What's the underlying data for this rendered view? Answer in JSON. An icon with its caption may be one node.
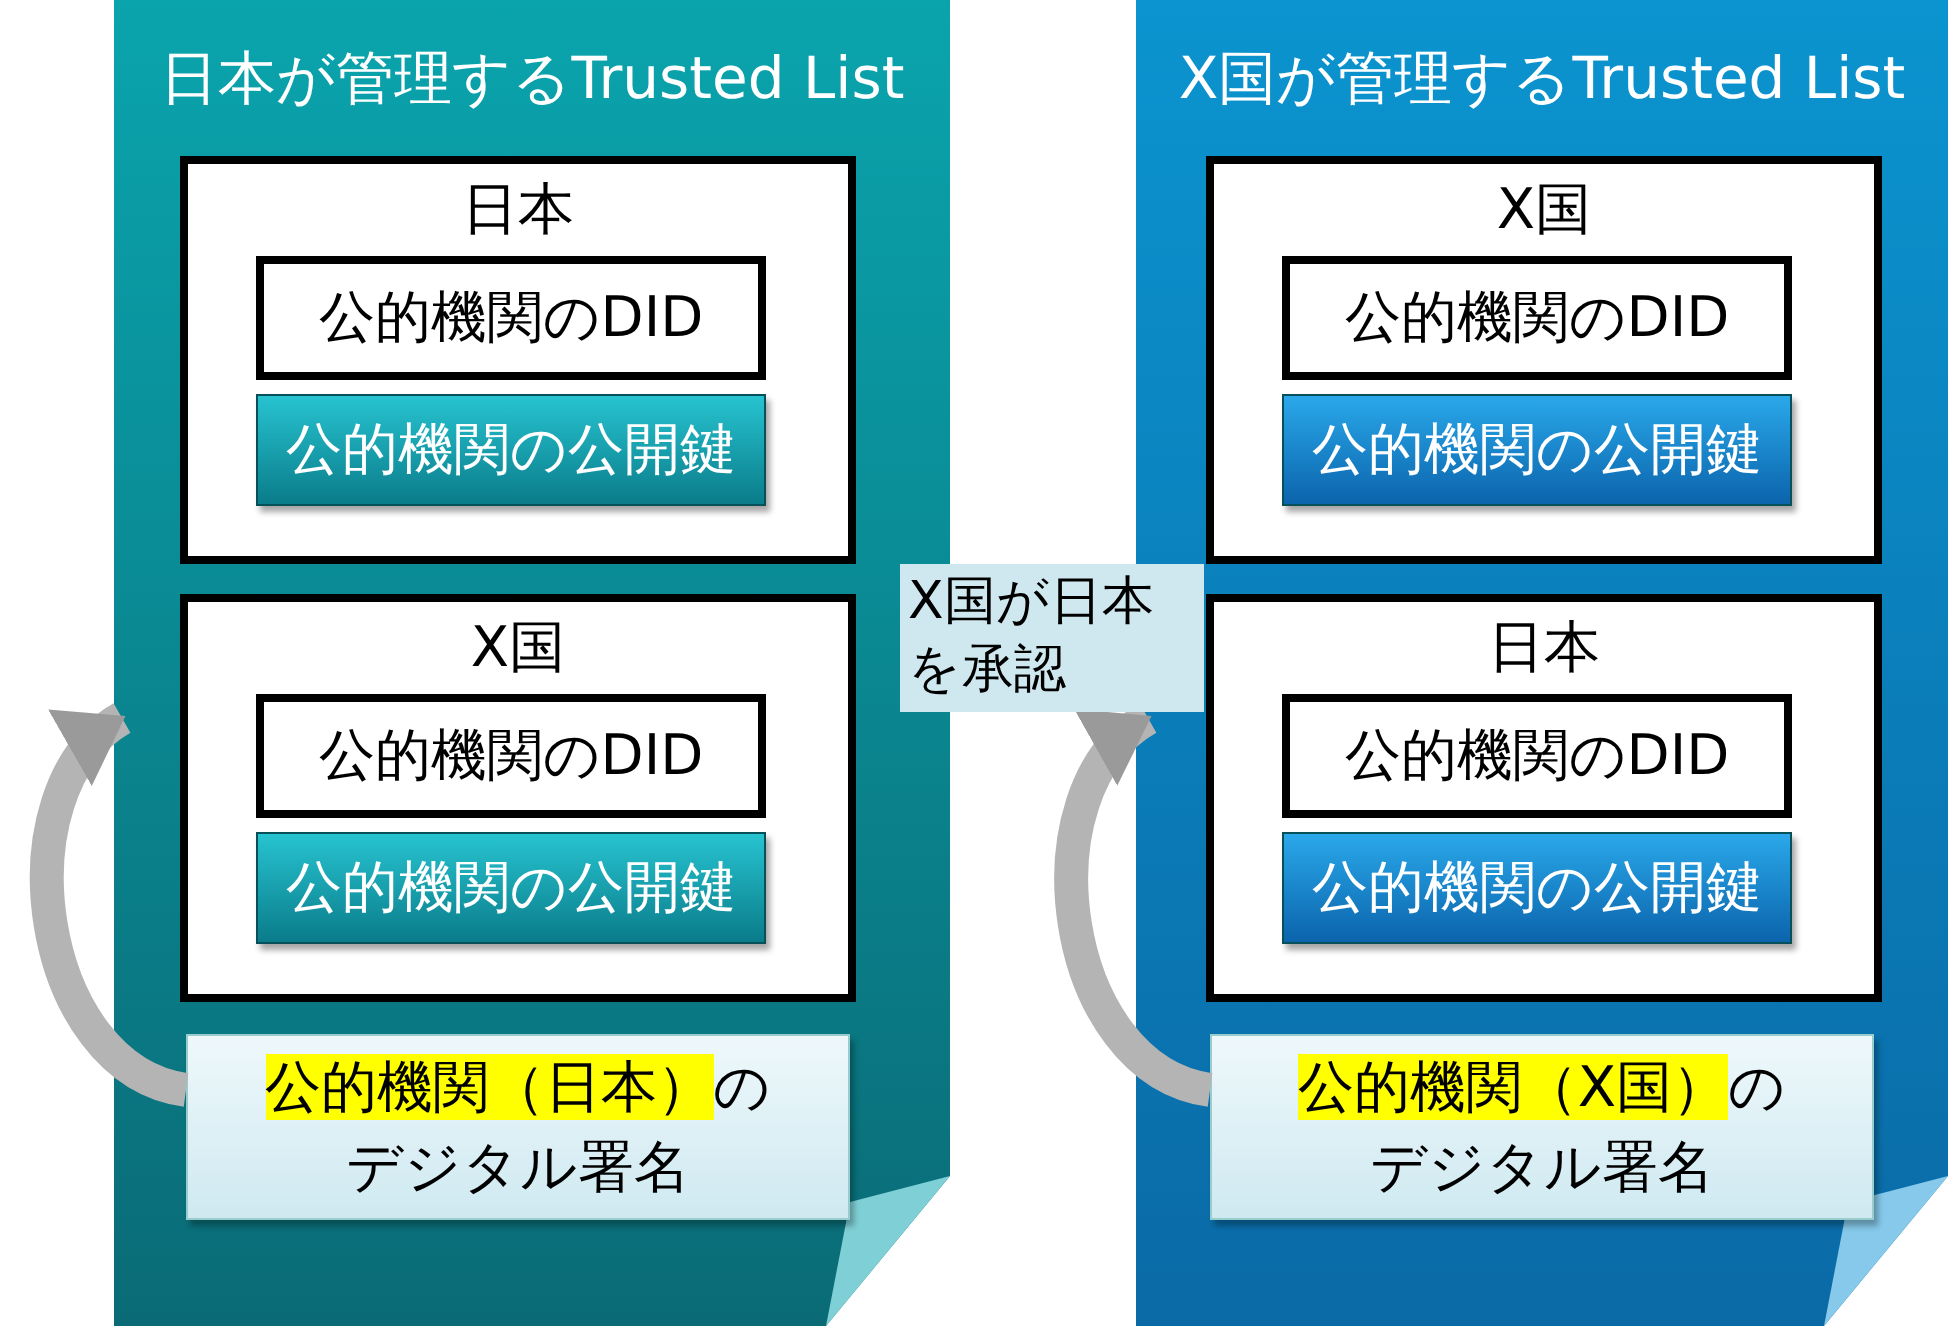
{
  "diagram": {
    "nodes": [
      {
        "text": [
          "日本が管理するTrusted List"
        ]
      },
      {
        "text": [
          "日本"
        ],
        "in": 0
      },
      {
        "text": [
          "公的機関のDID"
        ],
        "in": 1
      },
      {
        "text": [
          "公的機関の公開鍵"
        ],
        "in": 1
      },
      {
        "text": [
          "X国"
        ],
        "in": 0
      },
      {
        "text": [
          "公的機関のDID"
        ],
        "in": 4
      },
      {
        "text": [
          "公的機関の公開鍵"
        ],
        "in": 4
      },
      {
        "text": [
          "**公的機関（日本）**のデジタル署名"
        ],
        "in": 0
      },
      {
        "text": [
          "X国が日本を承認"
        ]
      },
      {
        "text": [
          "X国が管理するTrusted List"
        ]
      },
      {
        "text": [
          "X国"
        ],
        "in": 9
      },
      {
        "text": [
          "公的機関のDID"
        ],
        "in": 10
      },
      {
        "text": [
          "公的機関の公開鍵"
        ],
        "in": 10
      },
      {
        "text": [
          "日本"
        ],
        "in": 9
      },
      {
        "text": [
          "公的機関のDID"
        ],
        "in": 13
      },
      {
        "text": [
          "公的機関の公開鍵"
        ],
        "in": 13
      },
      {
        "text": [
          "**公的機関（X国）**のデジタル署名"
        ],
        "in": 9
      }
    ],
    "edges": [
      {
        "from": 7,
        "to": 4,
        "arrow": "to"
      },
      {
        "from": 16,
        "to": 13,
        "arrow": "to"
      }
    ]
  }
}
